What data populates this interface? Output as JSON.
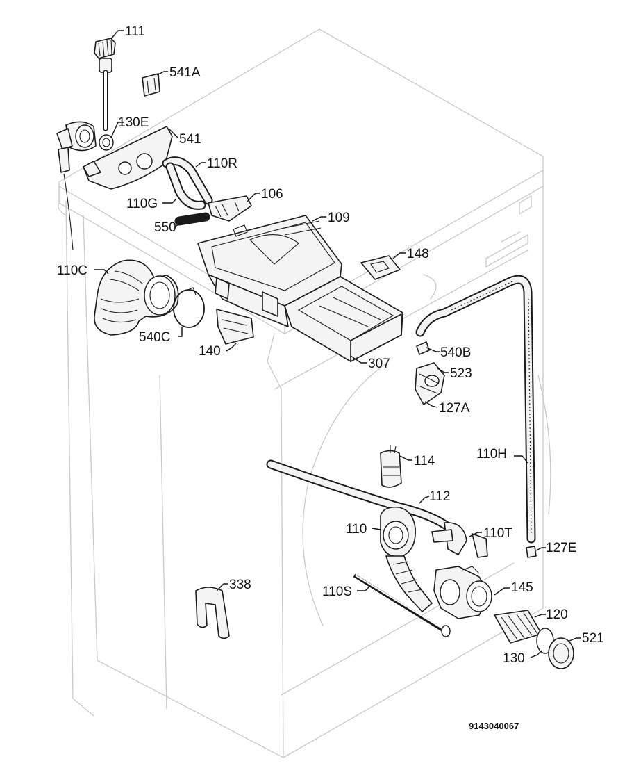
{
  "labels": {
    "p111": "111",
    "p541A": "541A",
    "p130E": "130E",
    "p541": "541",
    "p110R": "110R",
    "p106": "106",
    "p110G": "110G",
    "p550": "550",
    "p109": "109",
    "p110C": "110C",
    "p148": "148",
    "p540C": "540C",
    "p140": "140",
    "p540B": "540B",
    "p307": "307",
    "p523": "523",
    "p127A": "127A",
    "p114": "114",
    "p110H": "110H",
    "p112": "112",
    "p110": "110",
    "p110T": "110T",
    "p127E": "127E",
    "p338": "338",
    "p145": "145",
    "p110S": "110S",
    "p120": "120",
    "p521": "521",
    "p130": "130"
  },
  "document_number": "9143040067"
}
